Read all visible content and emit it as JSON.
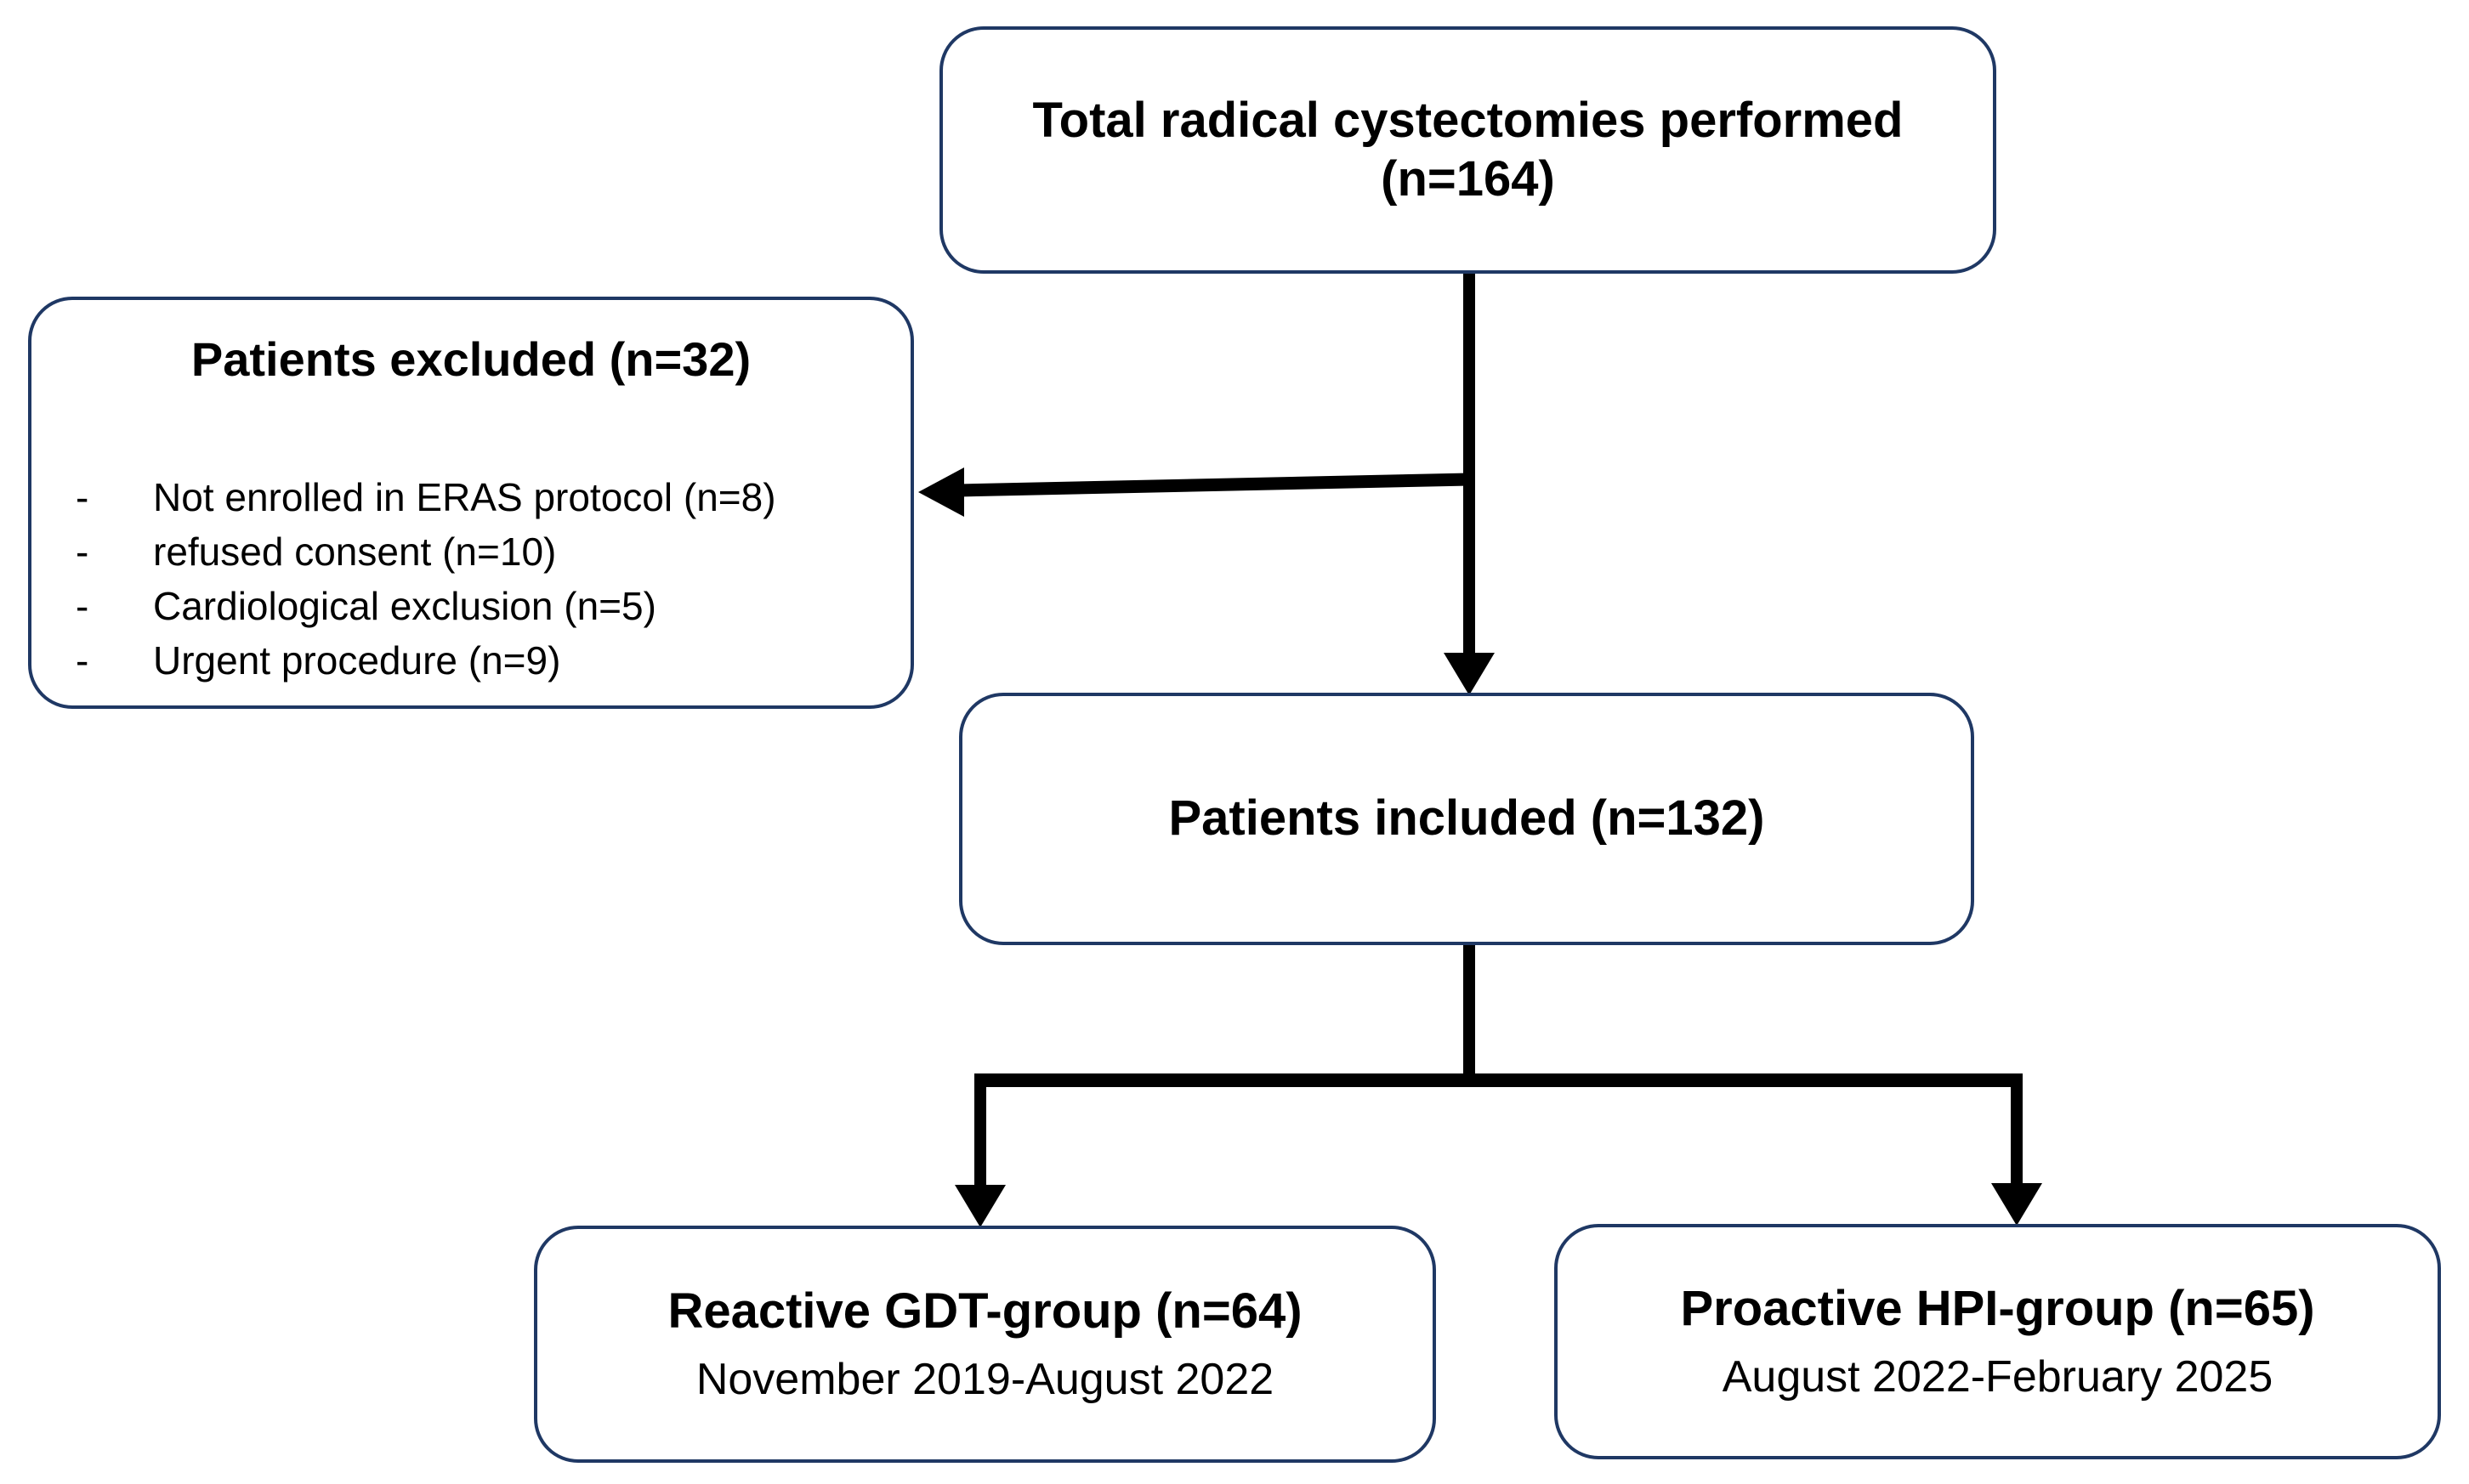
{
  "boxes": {
    "total": {
      "line1": "Total radical cystectomies performed",
      "line2": "(n=164)"
    },
    "excluded": {
      "title": "Patients excluded (n=32)",
      "bullet": "-",
      "items": [
        "Not enrolled in ERAS protocol (n=8)",
        "refused consent (n=10)",
        "Cardiological exclusion (n=5)",
        "Urgent procedure (n=9)"
      ]
    },
    "included": {
      "title": "Patients included (n=132)"
    },
    "gdt": {
      "title": "Reactive GDT-group (n=64)",
      "subtitle": "November 2019-August 2022"
    },
    "hpi": {
      "title": "Proactive HPI-group (n=65)",
      "subtitle": "August 2022-February 2025"
    }
  },
  "colors": {
    "box_border": "#1f3864",
    "connector": "#000000",
    "text": "#000000",
    "background": "#ffffff"
  }
}
